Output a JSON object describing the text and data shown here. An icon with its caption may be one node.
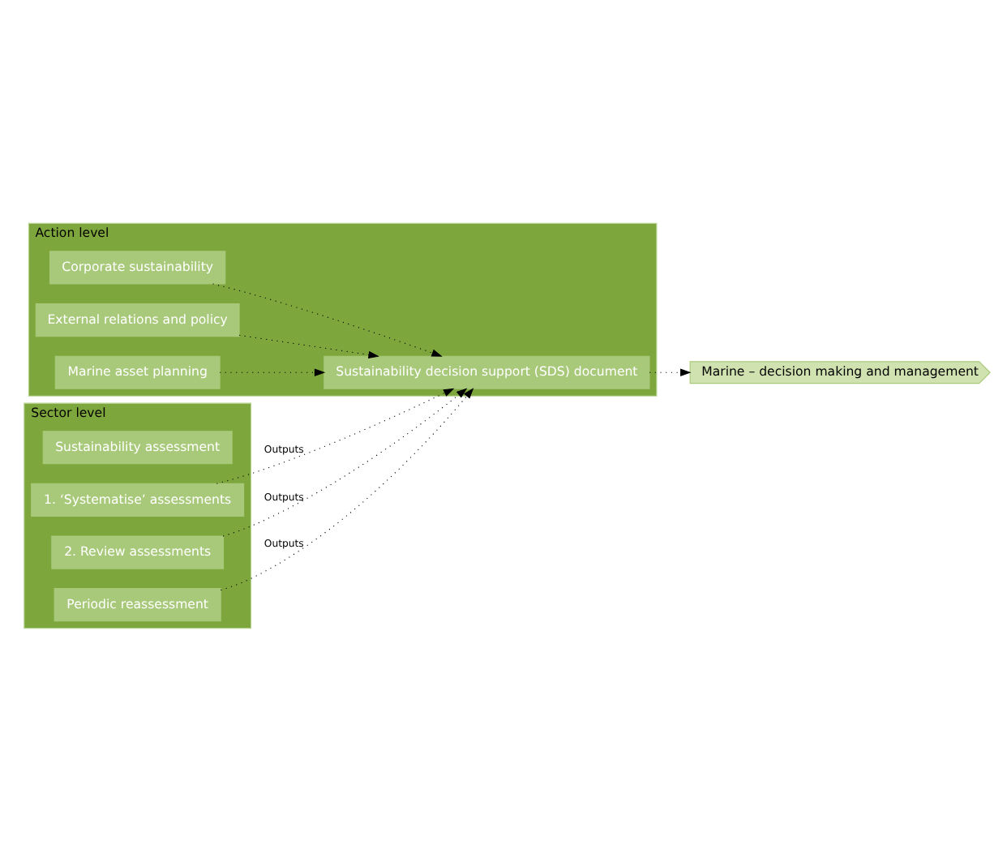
{
  "diagram": {
    "nodes": [
      {
        "text": [
          "Marine – decision making and management"
        ]
      },
      {
        "text": [
          "Action level"
        ]
      },
      {
        "text": [
          "Corporate sustainability"
        ],
        "in": 1
      },
      {
        "text": [
          "External relations and policy"
        ],
        "in": 1
      },
      {
        "text": [
          "Marine asset planning"
        ],
        "in": 1
      },
      {
        "text": [
          "Sustainability decision support (SDS) document"
        ],
        "in": 1
      },
      {
        "text": [
          "Sector level"
        ]
      },
      {
        "text": [
          "Sustainability assessment"
        ],
        "in": 6
      },
      {
        "text": [
          "1. ‘Systematise’ assessments"
        ],
        "in": 6
      },
      {
        "text": [
          "2. Review assessments"
        ],
        "in": 6
      },
      {
        "text": [
          "Periodic reassessment"
        ],
        "in": 6
      }
    ],
    "edges": [
      {
        "from": 2,
        "to": 5,
        "arrow": "to"
      },
      {
        "from": 3,
        "to": 5,
        "arrow": "to"
      },
      {
        "from": 4,
        "to": 5,
        "arrow": "to"
      },
      {
        "from": 5,
        "to": 0,
        "arrow": "to"
      },
      {
        "from": 8,
        "to": 5,
        "arrow": "to",
        "label": "Outputs"
      },
      {
        "from": 9,
        "to": 5,
        "arrow": "to",
        "label": "Outputs"
      },
      {
        "from": 10,
        "to": 5,
        "arrow": "to",
        "label": "Outputs"
      }
    ]
  }
}
